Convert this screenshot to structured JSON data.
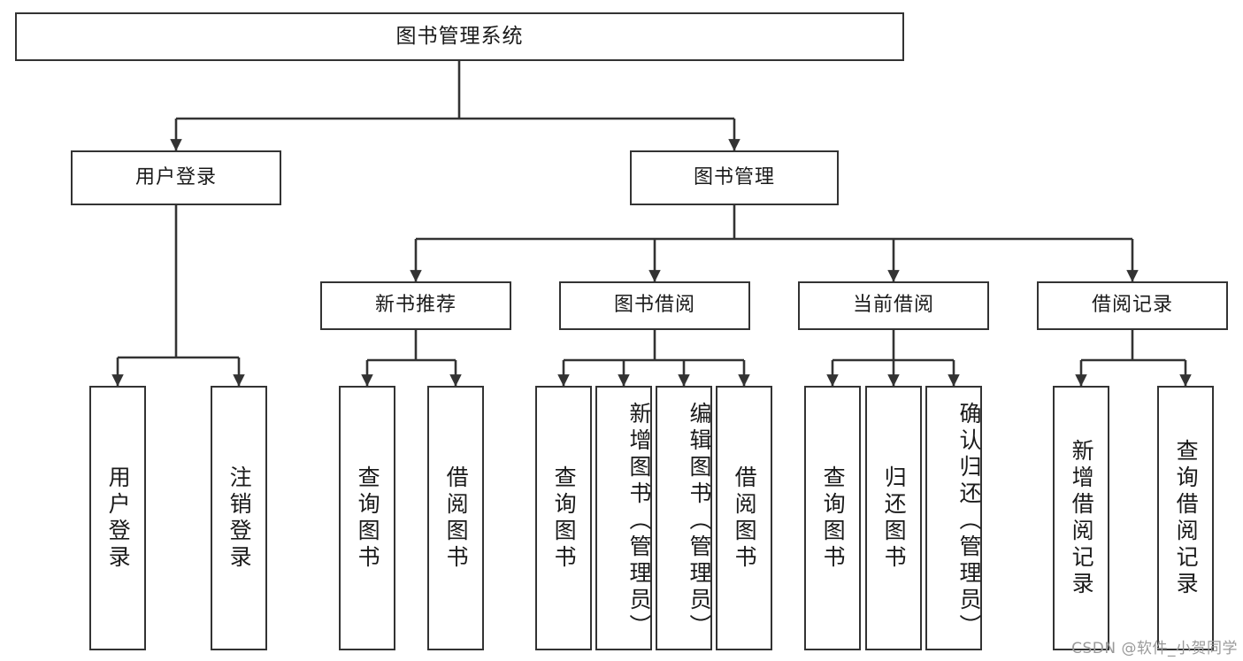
{
  "diagram": {
    "type": "tree",
    "title": "图书管理系统",
    "watermark": "CSDN @软件_小贺同学",
    "colors": {
      "stroke": "#333333",
      "fill": "#ffffff",
      "text": "#1a1a1a",
      "watermark": "#9a9a9a"
    },
    "nodes": {
      "root": {
        "label": "图书管理系统"
      },
      "level1": [
        {
          "label": "用户登录"
        },
        {
          "label": "图书管理"
        }
      ],
      "level2": [
        {
          "label": "新书推荐"
        },
        {
          "label": "图书借阅"
        },
        {
          "label": "当前借阅"
        },
        {
          "label": "借阅记录"
        }
      ],
      "leaves": {
        "user_login": [
          {
            "label": "用户登录"
          },
          {
            "label": "注销登录"
          }
        ],
        "new_book": [
          {
            "label": "查询图书"
          },
          {
            "label": "借阅图书"
          }
        ],
        "book_borrow": [
          {
            "label": "查询图书"
          },
          {
            "label": "新增图书（管理员）"
          },
          {
            "label": "编辑图书（管理员）"
          },
          {
            "label": "借阅图书"
          }
        ],
        "current_borrow": [
          {
            "label": "查询图书"
          },
          {
            "label": "归还图书"
          },
          {
            "label": "确认归还（管理员）"
          }
        ],
        "borrow_record": [
          {
            "label": "新增借阅记录"
          },
          {
            "label": "查询借阅记录"
          }
        ]
      }
    }
  }
}
